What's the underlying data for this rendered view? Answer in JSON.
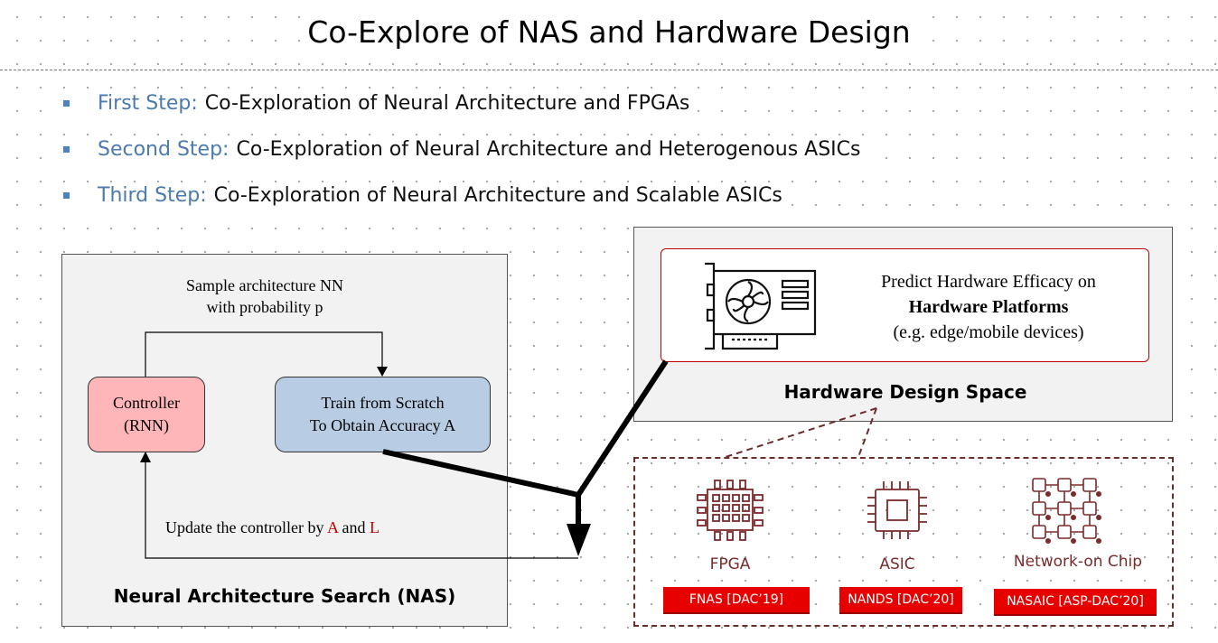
{
  "title": "Co-Explore of NAS and Hardware Design",
  "steps": [
    {
      "lead": "First Step:",
      "text": "Co-Exploration of Neural Architecture and FPGAs"
    },
    {
      "lead": "Second Step:",
      "text": "Co-Exploration of Neural Architecture and Heterogenous ASICs"
    },
    {
      "lead": "Third Step:",
      "text": "Co-Exploration of Neural Architecture and Scalable ASICs"
    }
  ],
  "nas": {
    "sample_line1": "Sample architecture NN",
    "sample_line2": "with probability p",
    "controller_line1": "Controller",
    "controller_line2": "(RNN)",
    "train_line1": "Train from Scratch",
    "train_line2": "To Obtain Accuracy A",
    "update_prefix": "Update the controller by ",
    "update_a": "A",
    "update_and": " and ",
    "update_l": "L",
    "label": "Neural Architecture Search (NAS)"
  },
  "hardware": {
    "predict_line1": "Predict Hardware Efficacy on",
    "predict_line2": "Hardware Platforms",
    "predict_line3": "(e.g. edge/mobile devices)",
    "label": "Hardware Design Space",
    "icon": "graphics-card-icon"
  },
  "platforms": [
    {
      "name": "FPGA",
      "tag": "FNAS [DAC’19]",
      "icon": "fpga-chip-icon"
    },
    {
      "name": "ASIC",
      "tag": "NANDS [DAC’20]",
      "icon": "asic-chip-icon"
    },
    {
      "name": "Network-on Chip",
      "tag": "NASAIC [ASP-DAC’20]",
      "icon": "network-on-chip-icon"
    }
  ],
  "colors": {
    "bullet_blue": "#4a7ab0",
    "controller_fill": "#ffb6b9",
    "train_fill": "#b8cce4",
    "accent_red": "#c00000",
    "tag_red": "#e60000",
    "dashed_border": "#6b2c2c"
  }
}
